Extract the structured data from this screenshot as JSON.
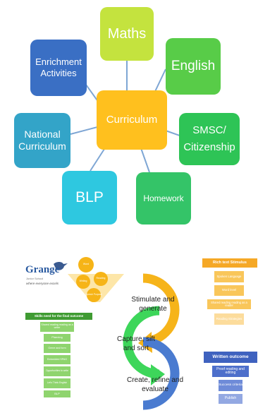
{
  "header_fragment": "...",
  "mindmap": {
    "center": "Curriculum",
    "nodes": {
      "maths": "Maths",
      "english": "English",
      "enrichment": "Enrichment Activities",
      "smsc": "SMSC/ Citizenship",
      "national": "National Curriculum",
      "blp": "BLP",
      "homework": "Homework"
    }
  },
  "grange": {
    "name": "Grange",
    "school": "Junior School",
    "tagline": "where everyone excels"
  },
  "funnel": {
    "items": [
      "Word",
      "Reading",
      "Writing",
      "Speech Purpose"
    ]
  },
  "skills": {
    "title": "Skills need for the final outcome",
    "items": [
      "Shared reading reading as a writer",
      "Planning",
      "Genre and form",
      "Embedded SPAG",
      "Opportunities to write",
      "Let's Think English",
      "BLP"
    ]
  },
  "cycle": {
    "stimulate": "Stimulate and generate",
    "capture": "Capture, sift and sort",
    "create": "Create, refine and evaluate"
  },
  "rich": {
    "title": "Rich text Stimulus",
    "items": [
      "Spoken Language",
      "Word level",
      "Shared reading reading as a reader",
      "Reading Strategies"
    ]
  },
  "written": {
    "title": "Written outcome",
    "items": [
      "Proof reading and editing",
      "Success criteria",
      "Publish"
    ]
  },
  "colors": {
    "maths": "#c4e33e",
    "english": "#58cc48",
    "enrichment": "#3a6fc4",
    "smsc": "#2ec456",
    "national": "#33a4c8",
    "blp": "#2ec8e0",
    "homework": "#34c468",
    "center": "#ffc01e"
  }
}
